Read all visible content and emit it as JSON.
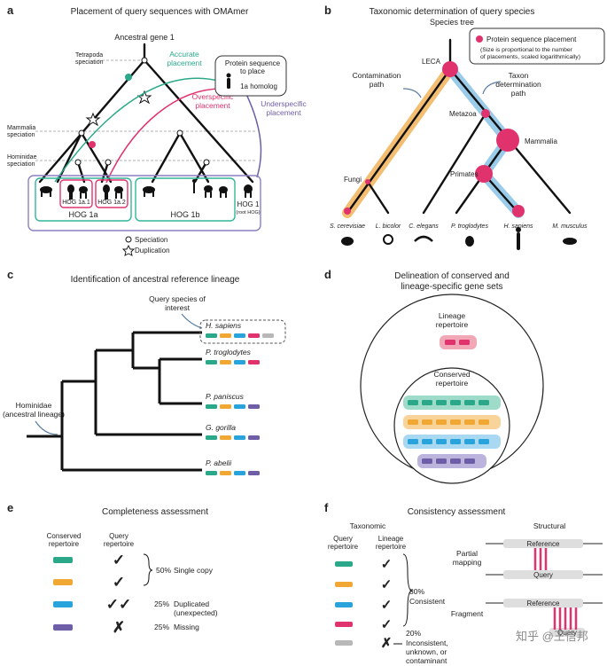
{
  "colors": {
    "teal": "#2aa889",
    "orange": "#f0a733",
    "blue": "#29a3dc",
    "purple": "#6e5ea7",
    "pink": "#e0336d",
    "gray": "#b8b8b8",
    "lavender": "#8b7fc0",
    "hog_teal": "#30b69a",
    "contam": "#f3b35a",
    "taxon": "#8fc6e8"
  },
  "panel_a": {
    "letter": "a",
    "title": "Placement of query sequences with OMAmer",
    "root_label": "Ancestral gene 1",
    "tetrapoda": "Tetrapoda\nspeciation",
    "mammalia": "Mammalia\nspeciation",
    "hominidae": "Hominidae\nspeciation",
    "accurate": "Accurate\nplacement",
    "overspecific": "Overspecific\nplacement",
    "underspecific": "Underspecific\nplacement",
    "query_box": "Protein sequence\nto place",
    "query_homolog": "1a homolog",
    "hog1a1": "HOG 1a.1",
    "hog1a2": "HOG 1a.2",
    "hog1a": "HOG 1a",
    "hog1b": "HOG 1b",
    "hog1": "HOG 1",
    "hog1_sub": "(root HOG)",
    "legend_speciation": "Speciation",
    "legend_duplication": "Duplication"
  },
  "panel_b": {
    "letter": "b",
    "title": "Taxonomic determination of query species",
    "subtitle": "Species tree",
    "legend_title": "Protein sequence placement",
    "legend_note": "(Size is proportional to the number\nof placements, scaled logarithmically)",
    "contamination": "Contamination\npath",
    "taxon_path": "Taxon\ndetermination\npath",
    "nodes": [
      "LECA",
      "Metazoa",
      "Mammalia",
      "Primates",
      "Fungi"
    ],
    "species": [
      "S. cerevisiae",
      "L. bicolor",
      "C. elegans",
      "P. troglodytes",
      "H. sapiens",
      "M. musculus"
    ]
  },
  "panel_c": {
    "letter": "c",
    "title": "Identification of ancestral reference lineage",
    "query_label": "Query species of\ninterest",
    "hominidae": "Hominidae\n(ancestral lineage)",
    "species": [
      "H. sapiens",
      "P. troglodytes",
      "P. paniscus",
      "G. gorilla",
      "P. abelii"
    ],
    "gene_rows": [
      [
        "teal",
        "orange",
        "blue",
        "pink",
        "gray"
      ],
      [
        "teal",
        "orange",
        "blue",
        "pink"
      ],
      [
        "teal",
        "orange",
        "blue",
        "purple"
      ],
      [
        "teal",
        "orange",
        "blue",
        "purple"
      ],
      [
        "teal",
        "orange",
        "blue",
        "purple"
      ]
    ]
  },
  "panel_d": {
    "letter": "d",
    "title": "Delineation of conserved and\nlineage-specific gene sets",
    "lineage": "Lineage\nrepertoire",
    "conserved": "Conserved\nrepertoire"
  },
  "panel_e": {
    "letter": "e",
    "title": "Completeness assessment",
    "col1": "Conserved\nrepertoire",
    "col2": "Query\nrepertoire",
    "rows": [
      {
        "marks": "✓",
        "pct": "",
        "label": ""
      },
      {
        "marks": "✓",
        "pct": "",
        "label": ""
      },
      {
        "marks": "✓✓",
        "pct": "25%",
        "label": "Duplicated\n(unexpected)"
      },
      {
        "marks": "✗",
        "pct": "25%",
        "label": "Missing"
      }
    ],
    "single_pct": "50%",
    "single_label": "Single copy"
  },
  "panel_f": {
    "letter": "f",
    "title": "Consistency assessment",
    "taxonomic": "Taxonomic",
    "structural": "Structural",
    "col1": "Query\nrepertoire",
    "col2": "Lineage\nrepertoire",
    "consistent_pct": "80%",
    "consistent": "Consistent",
    "inconsistent_pct": "20%",
    "inconsistent": "Inconsistent,\nunknown, or\ncontaminant",
    "partial": "Partial\nmapping",
    "fragment": "Fragment",
    "reference": "Reference",
    "query": "Query",
    "watermark": "知乎 @王信邦"
  }
}
